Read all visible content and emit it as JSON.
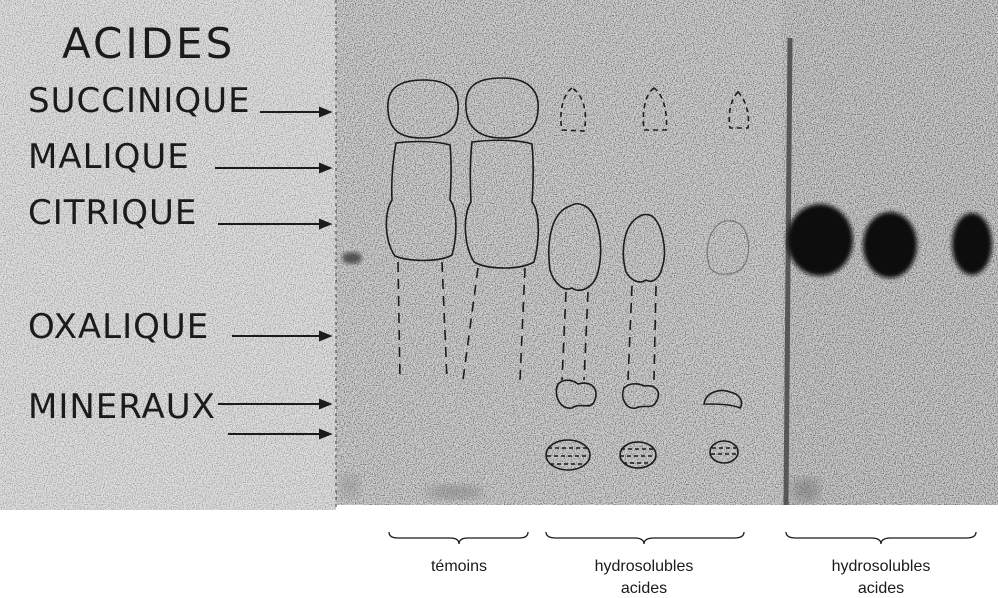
{
  "header": {
    "title": "ACIDES"
  },
  "acids": [
    {
      "id": "succinique",
      "label": "SUCCINIQUE"
    },
    {
      "id": "malique",
      "label": "MALIQUE"
    },
    {
      "id": "citrique",
      "label": "CITRIQUE"
    },
    {
      "id": "oxalique",
      "label": "OXALIQUE"
    },
    {
      "id": "mineraux",
      "label": "MINERAUX"
    }
  ],
  "groups": {
    "temoins": {
      "label": "témoins"
    },
    "hydro_left": {
      "line1": "hydrosolubles",
      "line2": "acides"
    },
    "hydro_right": {
      "line1": "hydrosolubles",
      "line2": "acides"
    }
  },
  "colors": {
    "paper": "#d6d6d6",
    "ink": "#1b1b1b",
    "spot": "#0d0d0d"
  }
}
